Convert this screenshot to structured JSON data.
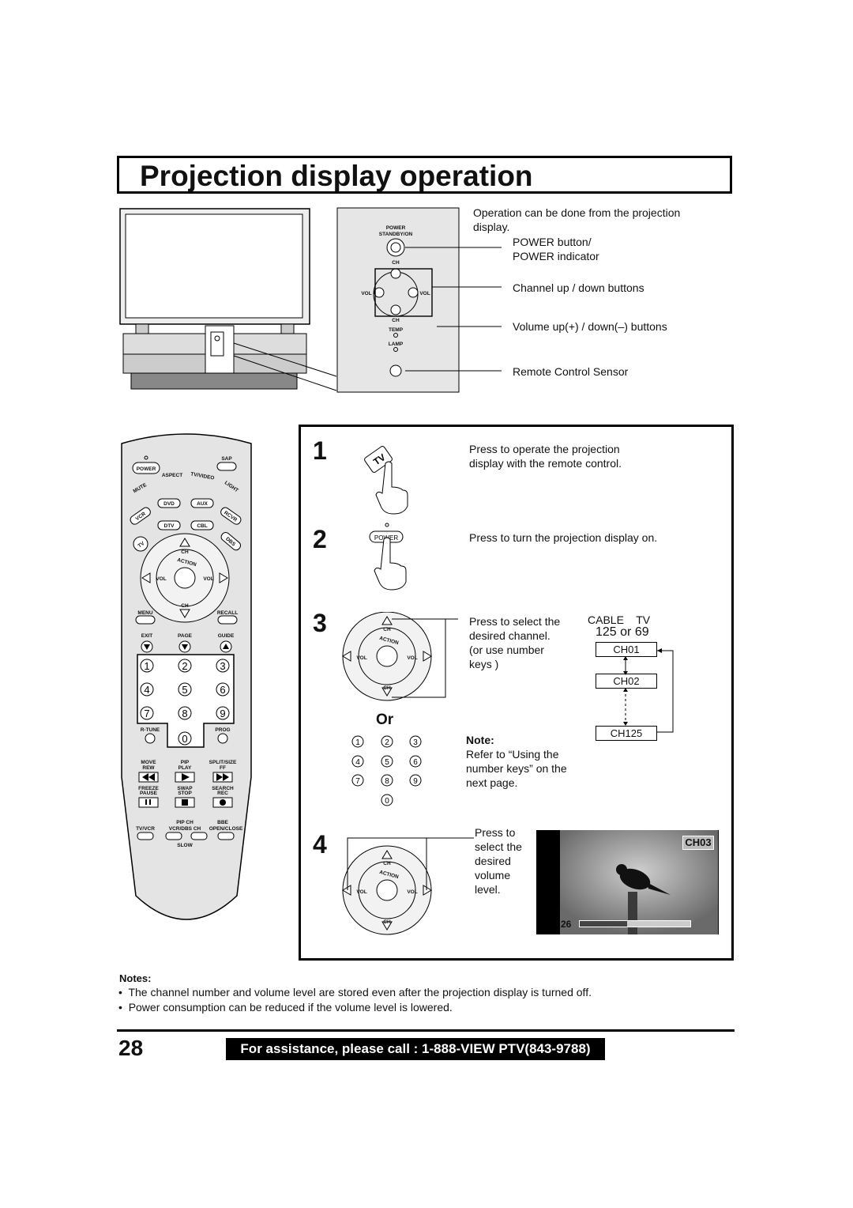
{
  "page_title": "Projection display operation",
  "panel": {
    "intro": "Operation can be done from the projection display.",
    "callouts": [
      "POWER button/\nPOWER indicator",
      "Channel up / down buttons",
      "Volume up(+) / down(–) buttons",
      "Remote Control Sensor"
    ],
    "labels": {
      "power": "POWER",
      "standby": "STANDBY/ON",
      "ch": "CH",
      "vol": "VOL",
      "temp": "TEMP",
      "lamp": "LAMP"
    }
  },
  "remote": {
    "power": "POWER",
    "sap": "SAP",
    "mute": "MUTE",
    "aspect": "ASPECT",
    "tv_video": "TV/VIDEO",
    "light": "LIGHT",
    "sources": [
      "VCR",
      "DVD",
      "AUX",
      "RCVR",
      "DTV",
      "CBL",
      "TV",
      "DBS"
    ],
    "ch": "CH",
    "action": "ACTION",
    "vol": "VOL",
    "menu": "MENU",
    "recall": "RECALL",
    "exit": "EXIT",
    "page": "PAGE",
    "guide": "GUIDE",
    "digits": [
      "1",
      "2",
      "3",
      "4",
      "5",
      "6",
      "7",
      "8",
      "9",
      "0"
    ],
    "rtune": "R-TUNE",
    "prog": "PROG",
    "move": "MOVE",
    "rew": "REW",
    "pip": "PIP",
    "play": "PLAY",
    "split": "SPLIT/SIZE",
    "ff": "FF",
    "freeze": "FREEZE",
    "pause": "PAUSE",
    "swap": "SWAP",
    "stop": "STOP",
    "search": "SEARCH",
    "rec": "REC",
    "tvvcr": "TV/VCR",
    "pipch": "PIP CH",
    "vcrdbs": "VCR/DBS CH",
    "bbe": "BBE",
    "openclose": "OPEN/CLOSE",
    "slow": "SLOW"
  },
  "steps": {
    "s1": {
      "num": "1",
      "text": "Press to operate the projection display with the remote control.",
      "key": "TV"
    },
    "s2": {
      "num": "2",
      "text": "Press to turn the projection display on.",
      "key": "POWER"
    },
    "s3": {
      "num": "3",
      "text": "Press to select the desired channel. (or use number keys )",
      "cable_tv": "CABLE    TV",
      "range": "125 or 69",
      "channels": [
        "CH01",
        "CH02",
        "CH125"
      ],
      "or": "Or",
      "note_title": "Note:",
      "note_text": "Refer to “Using the number keys” on the next page."
    },
    "s4": {
      "num": "4",
      "text": "Press to select the desired volume level.",
      "osd_channel": "CH03",
      "osd_volume": "26",
      "volume_level": 0.43
    }
  },
  "notes": {
    "title": "Notes:",
    "items": [
      "The channel number and volume level are stored even after the projection display is turned off.",
      "Power consumption can be reduced if the volume level is lowered."
    ]
  },
  "page_number": "28",
  "footer": "For assistance, please call : 1-888-VIEW PTV(843-9788)"
}
